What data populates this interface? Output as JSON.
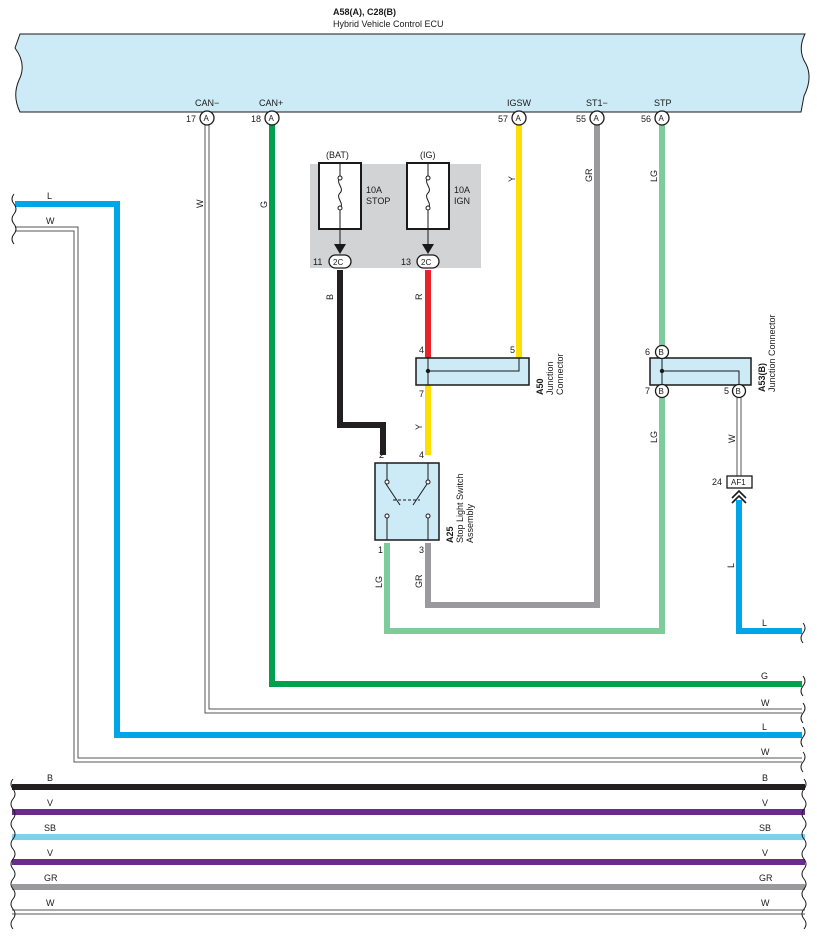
{
  "ecu": {
    "code": "A58(A), C28(B)",
    "name": "Hybrid Vehicle Control ECU",
    "pins": [
      {
        "num": "17",
        "conn": "A",
        "signal": "CAN−"
      },
      {
        "num": "18",
        "conn": "A",
        "signal": "CAN+"
      },
      {
        "num": "57",
        "conn": "A",
        "signal": "IGSW"
      },
      {
        "num": "55",
        "conn": "A",
        "signal": "ST1−"
      },
      {
        "num": "56",
        "conn": "A",
        "signal": "STP"
      }
    ]
  },
  "fuses": {
    "stop": {
      "supply": "(BAT)",
      "rating": "10A",
      "name": "STOP",
      "pin": "11",
      "conn": "2C"
    },
    "ign": {
      "supply": "(IG)",
      "rating": "10A",
      "name": "IGN",
      "pin": "13",
      "conn": "2C"
    }
  },
  "a50": {
    "code": "A50",
    "name1": "Junction",
    "name2": "Connector",
    "pin_in1": "4",
    "pin_in2": "5",
    "pin_out": "7"
  },
  "a53": {
    "code": "A53(B)",
    "name": "Junction Connector",
    "pin6": "6",
    "pin7": "7",
    "pin5": "5",
    "conn": "B"
  },
  "a25": {
    "code": "A25",
    "name1": "Stop Light Switch",
    "name2": "Assembly",
    "pin2": "2",
    "pin4": "4",
    "pin1": "1",
    "pin3": "3"
  },
  "af1": {
    "num": "24",
    "label": "AF1"
  },
  "wires": {
    "canm": "W",
    "canp": "G",
    "igsw": "Y",
    "st1": "GR",
    "stp": "LG",
    "fuse_stop_out": "B",
    "fuse_ign_out": "R",
    "a50_out": "Y",
    "sw1": "LG",
    "sw3": "GR",
    "a53_out": "LG",
    "a53_5": "W",
    "af1_out": "L"
  },
  "left_wires": {
    "l": "L",
    "w": "W"
  },
  "right_wires": {
    "l": "L",
    "g": "G",
    "w1": "W",
    "l2": "L",
    "w2": "W"
  },
  "buses": [
    "B",
    "V",
    "SB",
    "V",
    "GR",
    "W"
  ],
  "colors": {
    "ecu_fill": "#cdeaf7",
    "blue": "#00a5e8",
    "green": "#00a04c",
    "yellow": "#ffdf00",
    "red": "#e8232a",
    "gray": "#9a9a9c",
    "lightgreen": "#7ecb9c",
    "black": "#231f20",
    "purple": "#6a2c8c",
    "skyblue": "#7fd0ef",
    "fusebox": "#d2d3d5",
    "connector_fill": "#cdeaf7"
  }
}
